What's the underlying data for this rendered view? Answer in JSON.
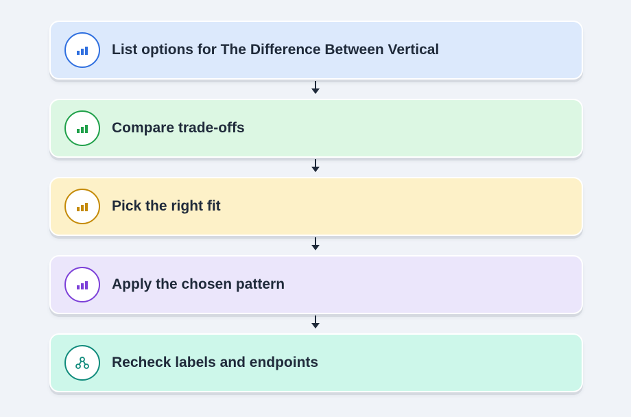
{
  "steps": [
    {
      "label": "List options for The Difference Between Vertical",
      "icon": "bar-chart-icon",
      "bg": "#dce9fc",
      "accent": "#2f6fdf"
    },
    {
      "label": "Compare trade-offs",
      "icon": "bar-chart-icon",
      "bg": "#dcf7e3",
      "accent": "#20a04a"
    },
    {
      "label": "Pick the right fit",
      "icon": "bar-chart-icon",
      "bg": "#fdf1c8",
      "accent": "#c48a08"
    },
    {
      "label": "Apply the chosen pattern",
      "icon": "bar-chart-icon",
      "bg": "#ebe6fb",
      "accent": "#7c40d8"
    },
    {
      "label": "Recheck labels and endpoints",
      "icon": "network-icon",
      "bg": "#cdf7ea",
      "accent": "#118b7c"
    }
  ],
  "arrow_color": "#1f2a3a"
}
